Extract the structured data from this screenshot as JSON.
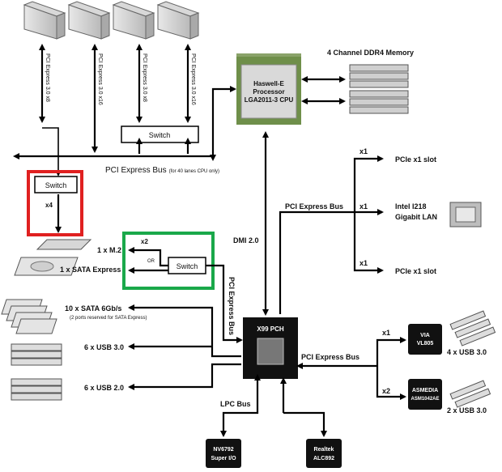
{
  "slots": {
    "slot1": "PCI Express 3.0 x8",
    "slot2": "PCI Express 3.0 x16",
    "slot3": "PCI Express 3.0 x8",
    "slot4": "PCI Express 3.0 x16"
  },
  "cpu": {
    "line1": "Haswell-E",
    "line2": "Processor",
    "line3": "LGA2011-3 CPU"
  },
  "memory_label": "4 Channel DDR4 Memory",
  "top_switch": "Switch",
  "pci_bus": {
    "main": "PCI Express Bus",
    "note": "(for 40 lanes CPU only)"
  },
  "red_switch": {
    "label": "Switch",
    "lanes": "x4"
  },
  "green_switch": {
    "label": "Switch",
    "lanes": "x2",
    "or": "OR"
  },
  "m2_label": "1 x M.2",
  "sata_express_label": "1 x SATA Express",
  "sata_label": "10 x SATA 6Gb/s",
  "sata_note": "(2  ports reserved for SATA Express)",
  "usb3_left": "6 x USB 3.0",
  "usb2_left": "6 x USB 2.0",
  "dmi_label": "DMI 2.0",
  "pci_express_bus_vertical": "PCI Express Bus",
  "pch_label": "X99 PCH",
  "top_right": {
    "bus_label": "PCI Express Bus",
    "x1a": "x1",
    "x1b": "x1",
    "x1c": "x1",
    "pcie_slot_top": "PCIe x1 slot",
    "lan_line1": "Intel I218",
    "lan_line2": "Gigabit LAN",
    "pcie_slot_bottom": "PCIe x1 slot"
  },
  "right_bus": {
    "label": "PCI Express Bus",
    "x1": "x1",
    "x2": "x2",
    "via_line1": "VIA",
    "via_line2": "VL805",
    "usb3_a": "4 x USB 3.0",
    "asm_line1": "ASMEDIA",
    "asm_line2": "ASM1042AE",
    "usb3_b": "2 x USB 3.0"
  },
  "lpc_label": "LPC Bus",
  "superio": {
    "line1": "NV6792",
    "line2": "Super I/O"
  },
  "audio": {
    "line1": "Realtek",
    "line2": "ALC892"
  },
  "colors": {
    "red_box": "#e02020",
    "green_box": "#1aa84a",
    "chip": "#111111",
    "cpu_green": "#6f8f4a"
  }
}
